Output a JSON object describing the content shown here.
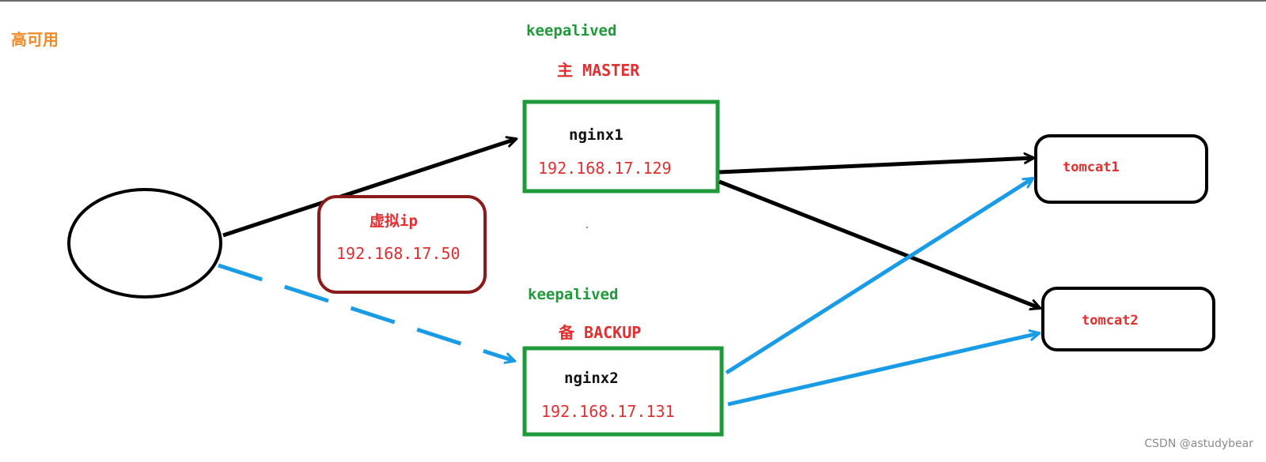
{
  "diagram": {
    "title": "高可用",
    "master": {
      "software": "keepalived",
      "role": "主 MASTER",
      "host": "nginx1",
      "ip": "192.168.17.129"
    },
    "backup": {
      "software": "keepalived",
      "role": "备 BACKUP",
      "host": "nginx2",
      "ip": "192.168.17.131"
    },
    "virtual_ip": {
      "label": "虚拟ip",
      "ip": "192.168.17.50"
    },
    "servers": [
      {
        "name": "tomcat1"
      },
      {
        "name": "tomcat2"
      }
    ],
    "watermark": "CSDN @astudybear"
  },
  "colors": {
    "title": "#f08a28",
    "keepalived": "#1f9a3a",
    "role_text": "#e03030",
    "nginx_box": "#1f9a3a",
    "vip_box": "#8b1a1a",
    "active_link": "#000000",
    "standby_link": "#1a9be6"
  }
}
